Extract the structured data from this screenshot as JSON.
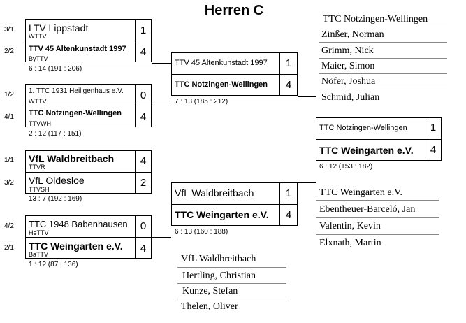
{
  "title": "Herren C",
  "r1": [
    {
      "s1": "3/1",
      "t1": "LTV Lippstadt",
      "a1": "WTTV",
      "sc1": "1",
      "s2": "2/2",
      "t2": "TTV 45 Altenkunstadt 1997",
      "a2": "ByTTV",
      "sc2": "4",
      "res": "6 : 14    (191 : 206)"
    },
    {
      "s1": "1/2",
      "t1": "1. TTC 1931 Heiligenhaus e.V.",
      "a1": "WTTV",
      "sc1": "0",
      "s2": "4/1",
      "t2": "TTC Notzingen-Wellingen",
      "a2": "TTVWH",
      "sc2": "4",
      "res": "2 : 12    (117 : 151)"
    },
    {
      "s1": "1/1",
      "t1": "VfL Waldbreitbach",
      "a1": "TTVR",
      "sc1": "4",
      "s2": "3/2",
      "t2": "VfL Oldesloe",
      "a2": "TTVSH",
      "sc2": "2",
      "res": "13 : 7    (192 : 169)"
    },
    {
      "s1": "4/2",
      "t1": "TTC 1948 Babenhausen",
      "a1": "HeTTV",
      "sc1": "0",
      "s2": "2/1",
      "t2": "TTC Weingarten e.V.",
      "a2": "BaTTV",
      "sc2": "4",
      "res": "1 : 12    (87 : 136)"
    }
  ],
  "r2": [
    {
      "t1": "TTV 45 Altenkunstadt 1997",
      "sc1": "1",
      "t2": "TTC Notzingen-Wellingen",
      "sc2": "4",
      "res": "7 : 13    (185 : 212)"
    },
    {
      "t1": "VfL Waldbreitbach",
      "sc1": "1",
      "t2": "TTC Weingarten e.V.",
      "sc2": "4",
      "res": "6 : 13    (160 : 188)"
    }
  ],
  "final": {
    "t1": "TTC Notzingen-Wellingen",
    "sc1": "1",
    "t2": "TTC Weingarten e.V.",
    "sc2": "4",
    "res": "6 : 12    (153 : 182)"
  },
  "rosters": {
    "notzingen": {
      "team": "TTC Notzingen-Wellingen",
      "players": [
        "Zinßer, Norman",
        "Grimm, Nick",
        "Maier, Simon",
        "Nöfer, Joshua",
        "Schmid, Julian"
      ]
    },
    "weingarten": {
      "team": "TTC Weingarten e.V.",
      "players": [
        "Ebentheuer-Barceló, Jan",
        "Valentin, Kevin",
        "Elxnath, Martin"
      ]
    },
    "waldbreitbach": {
      "team": "VfL Waldbreitbach",
      "players": [
        "Hertling, Christian",
        "Kunze, Stefan",
        "Thelen, Oliver"
      ]
    }
  }
}
